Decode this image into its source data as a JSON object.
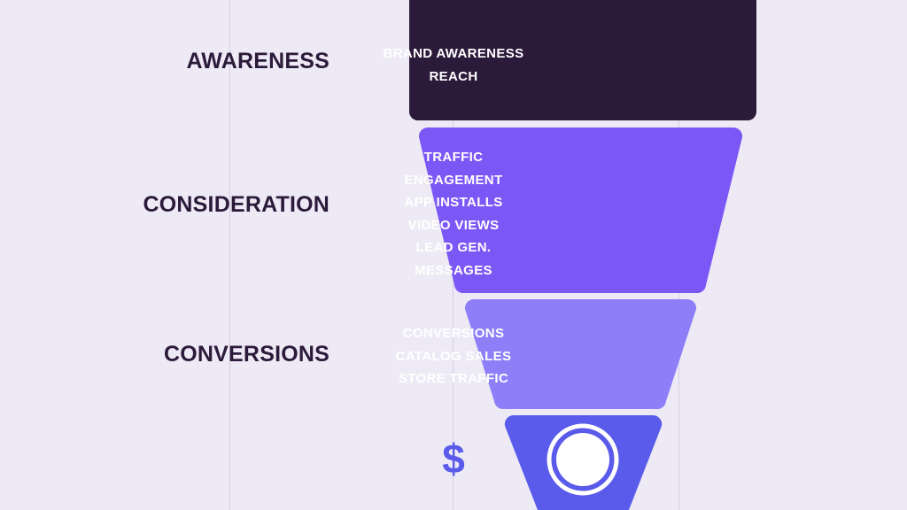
{
  "background_color": "#EDEAF5",
  "guides": {
    "color": "#D4CEE4",
    "positions": [
      259,
      511,
      766
    ]
  },
  "stages": [
    {
      "label": "AWARENESS",
      "label_color": "#2B1A3A",
      "segment_color": "#2B1A3A",
      "shape": "rounded-rect",
      "items": [
        "BRAND AWARENESS",
        "REACH"
      ]
    },
    {
      "label": "CONSIDERATION",
      "label_color": "#2B1A3A",
      "segment_color": "#7B57F5",
      "shape": "trapezoid",
      "items": [
        "TRAFFIC",
        "ENGAGEMENT",
        "APP INSTALLS",
        "VIDEO VIEWS",
        "LEAD GEN.",
        "MESSAGES"
      ]
    },
    {
      "label": "CONVERSIONS",
      "label_color": "#2B1A3A",
      "segment_color": "#8E7EF7",
      "shape": "trapezoid",
      "items": [
        "CONVERSIONS",
        "CATALOG SALES",
        "STORE TRAFFIC"
      ]
    }
  ],
  "footer_segment": {
    "segment_color": "#5A5BEA",
    "shape": "trapezoid",
    "icon": "dollar-coin-icon",
    "icon_glyph": "$",
    "icon_circle_fill": "#FFFFFF",
    "icon_ring_color": "#5A5BEA"
  }
}
